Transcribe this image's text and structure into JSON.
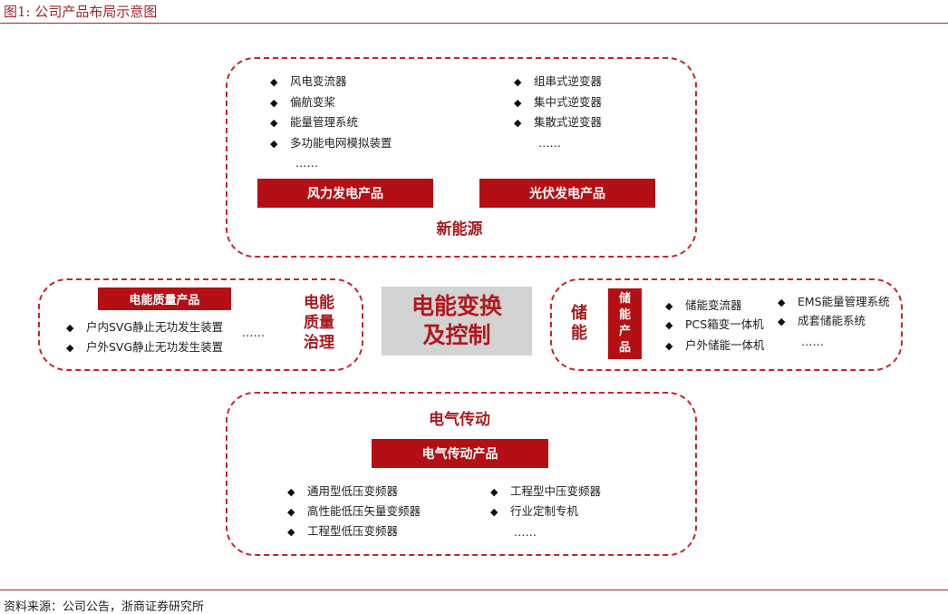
{
  "title": "图1:   公司产品布局示意图",
  "source": "资料来源：公司公告，浙商证券研究所",
  "new_energy": {
    "label": "新能源",
    "wind": {
      "bar": "风力发电产品",
      "items": [
        "风电变流器",
        "偏航变桨",
        "能量管理系统",
        "多功能电网模拟装置"
      ],
      "more": "……"
    },
    "solar": {
      "bar": "光伏发电产品",
      "items": [
        "组串式逆变器",
        "集中式逆变器",
        "集散式逆变器"
      ],
      "more": "……"
    }
  },
  "power_quality": {
    "label": [
      "电能",
      "质量",
      "治理"
    ],
    "bar": "电能质量产品",
    "items": [
      "户内SVG静止无功发生装置",
      "户外SVG静止无功发生装置"
    ],
    "more": "……"
  },
  "center": [
    "电能变换",
    "及控制"
  ],
  "storage": {
    "label": [
      "储",
      "能"
    ],
    "bar": [
      "储",
      "能",
      "产",
      "品"
    ],
    "items": [
      "储能变流器",
      "PCS箱变一体机",
      "户外储能一体机"
    ],
    "items2": [
      "EMS能量管理系统",
      "成套储能系统"
    ],
    "more": "……"
  },
  "drive": {
    "label": "电气传动",
    "bar": "电气传动产品",
    "items": [
      "通用型低压变频器",
      "高性能低压矢量变频器",
      "工程型低压变频器"
    ],
    "items2": [
      "工程型中压变频器",
      "行业定制专机"
    ],
    "more": "……"
  },
  "bullet": "◆"
}
